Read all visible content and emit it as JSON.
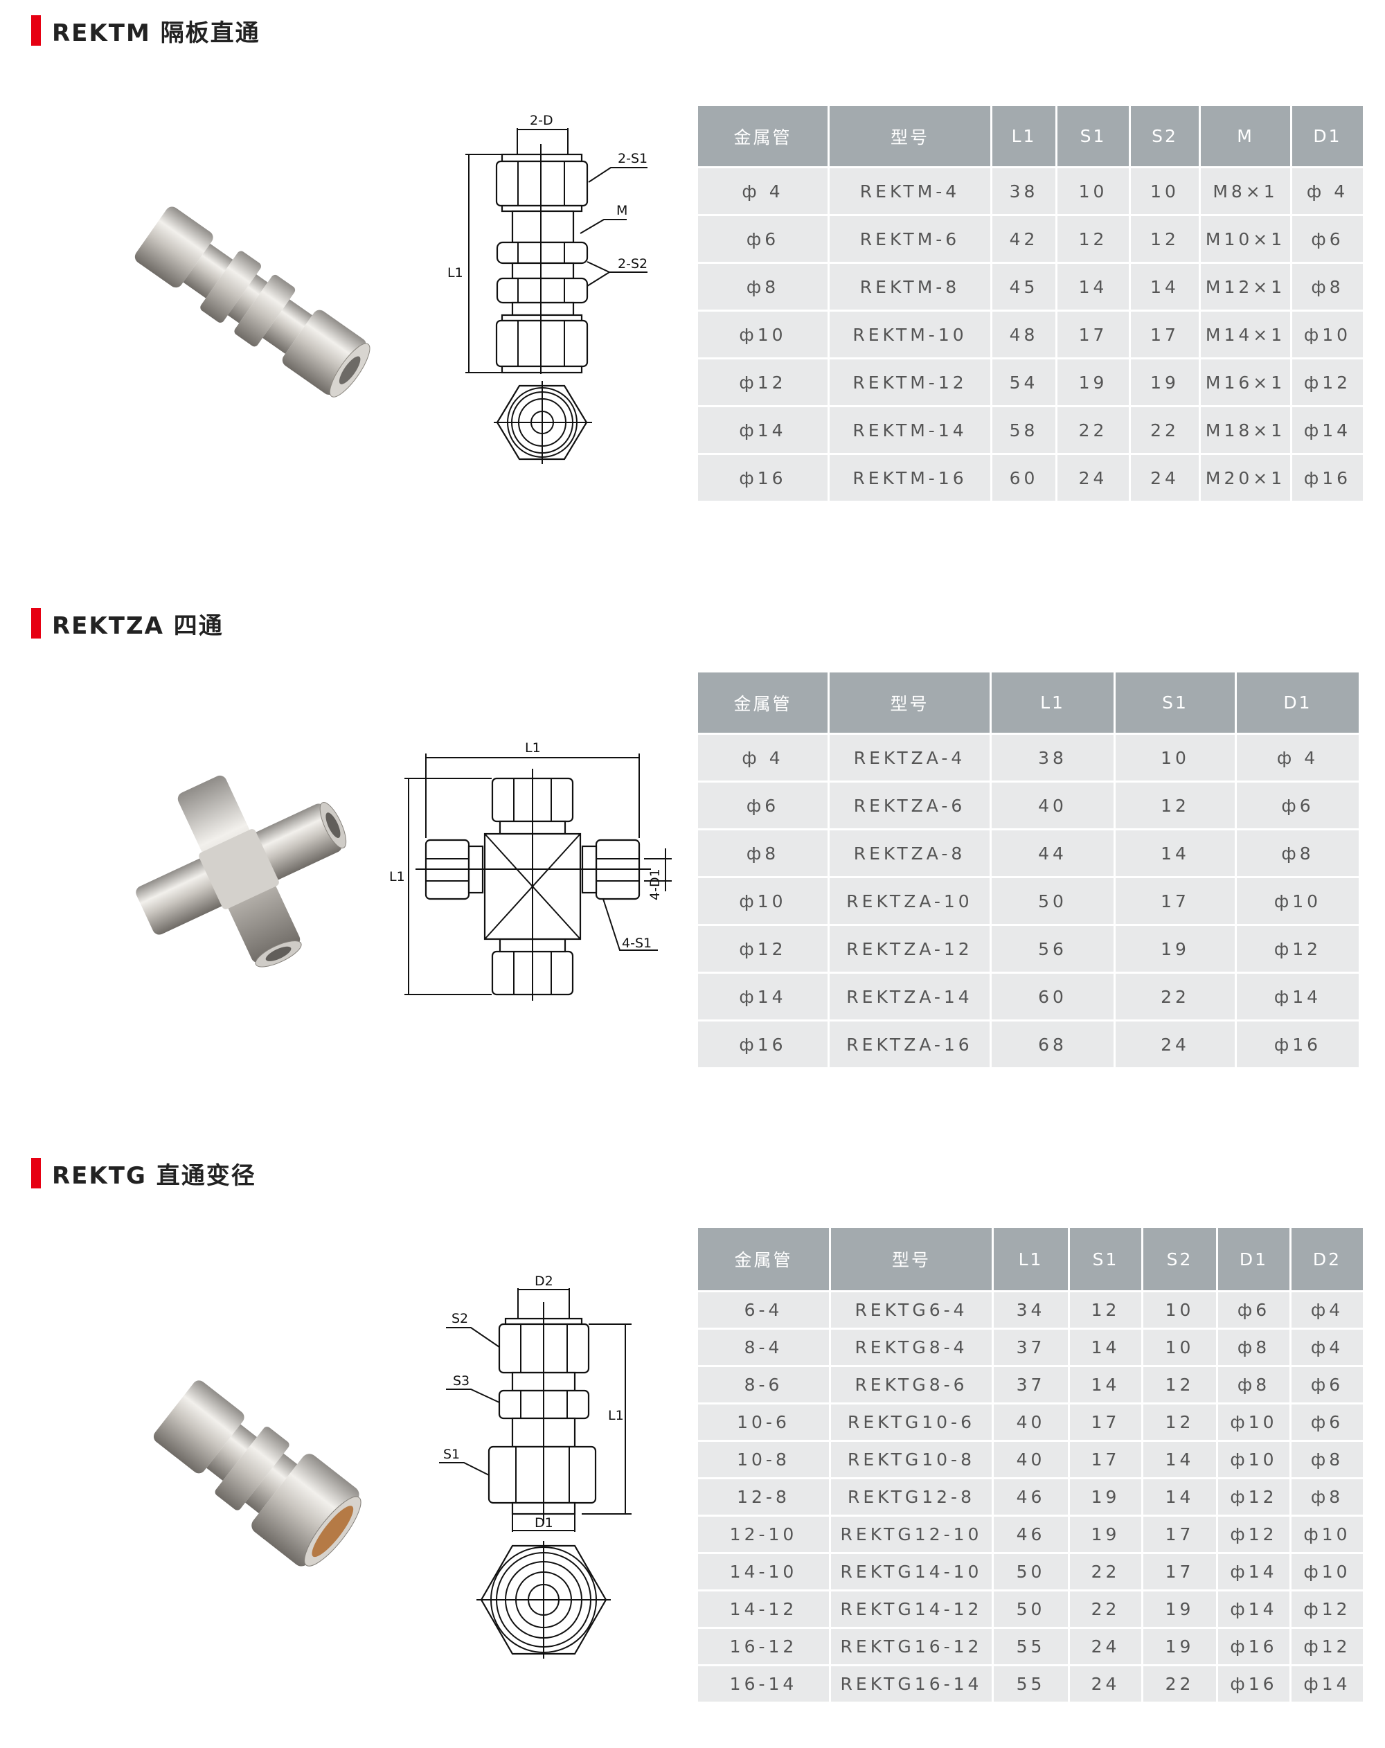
{
  "sections": [
    {
      "title": "REKTM 隔板直通",
      "diagram_labels": {
        "d": "2-D",
        "s1": "2-S1",
        "m": "M",
        "s2": "2-S2",
        "l1": "L1"
      },
      "columns": [
        "金属管",
        "型号",
        "L1",
        "S1",
        "S2",
        "M",
        "D1"
      ],
      "rows": [
        [
          "ф 4",
          "REKTM-4",
          "38",
          "10",
          "10",
          "M8×1",
          "ф 4"
        ],
        [
          "ф6",
          "REKTM-6",
          "42",
          "12",
          "12",
          "M10×1",
          "ф6"
        ],
        [
          "ф8",
          "REKTM-8",
          "45",
          "14",
          "14",
          "M12×1",
          "ф8"
        ],
        [
          "ф10",
          "REKTM-10",
          "48",
          "17",
          "17",
          "M14×1",
          "ф10"
        ],
        [
          "ф12",
          "REKTM-12",
          "54",
          "19",
          "19",
          "M16×1",
          "ф12"
        ],
        [
          "ф14",
          "REKTM-14",
          "58",
          "22",
          "22",
          "M18×1",
          "ф14"
        ],
        [
          "ф16",
          "REKTM-16",
          "60",
          "24",
          "24",
          "M20×1",
          "ф16"
        ]
      ]
    },
    {
      "title": "REKTZA 四通",
      "diagram_labels": {
        "l1_top": "L1",
        "l1_side": "L1",
        "d1": "4-D1",
        "s1": "4-S1"
      },
      "columns": [
        "金属管",
        "型号",
        "L1",
        "S1",
        "D1"
      ],
      "rows": [
        [
          "ф 4",
          "REKTZA-4",
          "38",
          "10",
          "ф 4"
        ],
        [
          "ф6",
          "REKTZA-6",
          "40",
          "12",
          "ф6"
        ],
        [
          "ф8",
          "REKTZA-8",
          "44",
          "14",
          "ф8"
        ],
        [
          "ф10",
          "REKTZA-10",
          "50",
          "17",
          "ф10"
        ],
        [
          "ф12",
          "REKTZA-12",
          "56",
          "19",
          "ф12"
        ],
        [
          "ф14",
          "REKTZA-14",
          "60",
          "22",
          "ф14"
        ],
        [
          "ф16",
          "REKTZA-16",
          "68",
          "24",
          "ф16"
        ]
      ]
    },
    {
      "title": "REKTG 直通变径",
      "diagram_labels": {
        "d2": "D2",
        "s2": "S2",
        "s3": "S3",
        "l1": "L1",
        "s1": "S1",
        "d1": "D1"
      },
      "columns": [
        "金属管",
        "型号",
        "L1",
        "S1",
        "S2",
        "D1",
        "D2"
      ],
      "rows": [
        [
          "6-4",
          "REKTG6-4",
          "34",
          "12",
          "10",
          "ф6",
          "ф4"
        ],
        [
          "8-4",
          "REKTG8-4",
          "37",
          "14",
          "10",
          "ф8",
          "ф4"
        ],
        [
          "8-6",
          "REKTG8-6",
          "37",
          "14",
          "12",
          "ф8",
          "ф6"
        ],
        [
          "10-6",
          "REKTG10-6",
          "40",
          "17",
          "12",
          "ф10",
          "ф6"
        ],
        [
          "10-8",
          "REKTG10-8",
          "40",
          "17",
          "14",
          "ф10",
          "ф8"
        ],
        [
          "12-8",
          "REKTG12-8",
          "46",
          "19",
          "14",
          "ф12",
          "ф8"
        ],
        [
          "12-10",
          "REKTG12-10",
          "46",
          "19",
          "17",
          "ф12",
          "ф10"
        ],
        [
          "14-10",
          "REKTG14-10",
          "50",
          "22",
          "17",
          "ф14",
          "ф10"
        ],
        [
          "14-12",
          "REKTG14-12",
          "50",
          "22",
          "19",
          "ф14",
          "ф12"
        ],
        [
          "16-12",
          "REKTG16-12",
          "55",
          "24",
          "19",
          "ф16",
          "ф12"
        ],
        [
          "16-14",
          "REKTG16-14",
          "55",
          "24",
          "22",
          "ф16",
          "ф14"
        ]
      ]
    }
  ],
  "colors": {
    "accent": "#e60012",
    "header_bg": "#a3aaae",
    "row_bg": "#e8e9ea"
  }
}
